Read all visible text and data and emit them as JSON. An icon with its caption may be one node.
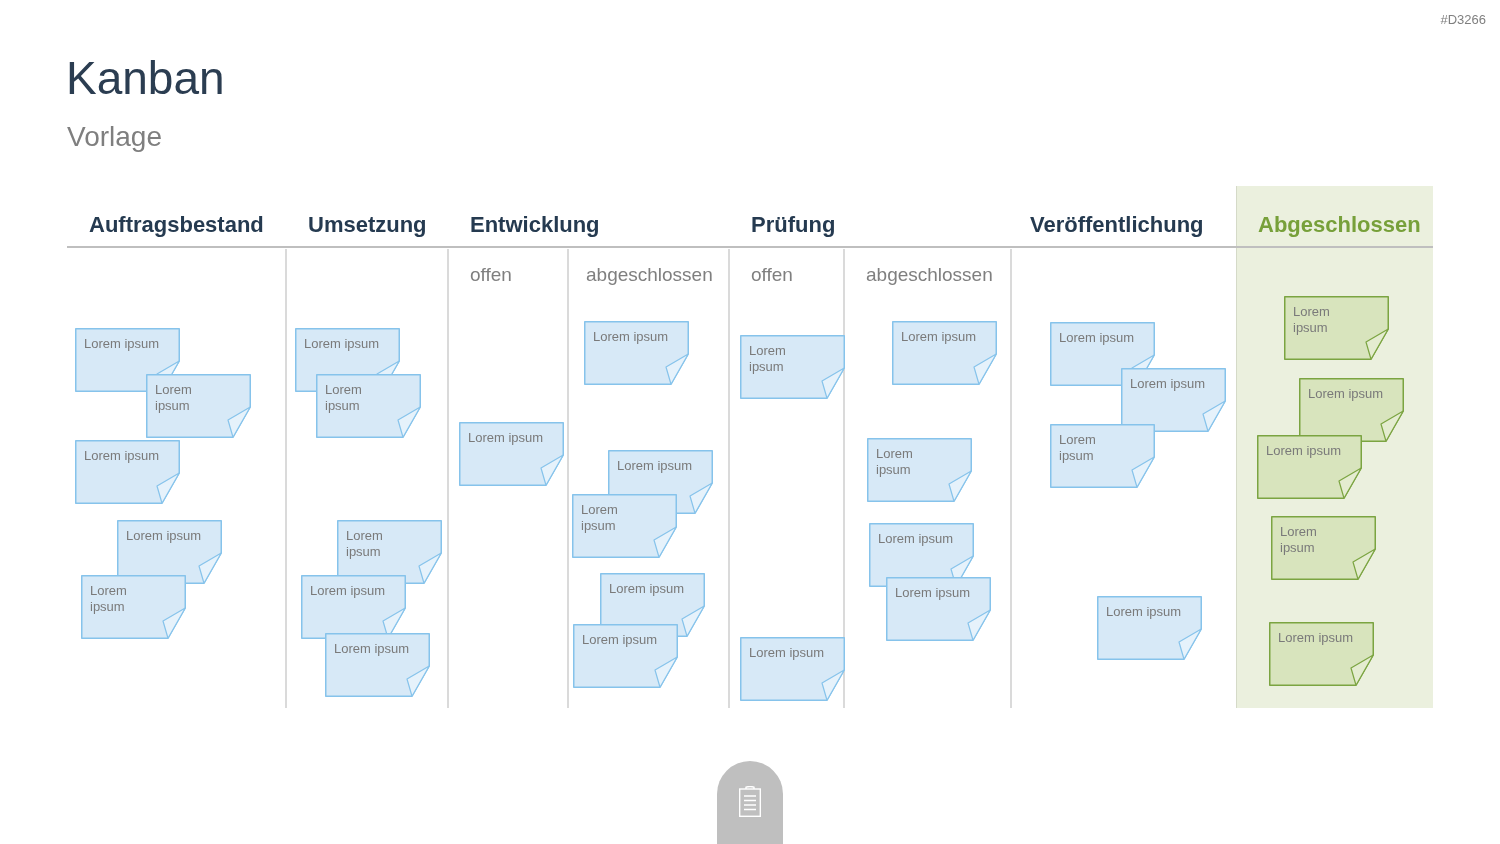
{
  "diagram": {
    "title": "Kanban",
    "nodes": [
      {
        "text": [
          "Lorem ipsum"
        ]
      },
      {
        "text": [
          "Lorem ipsum"
        ]
      },
      {
        "text": [
          "Lorem ipsum"
        ]
      },
      {
        "text": [
          "Lorem ipsum"
        ]
      },
      {
        "text": [
          "Lorem ipsum"
        ]
      },
      {
        "text": [
          "Lorem ipsum"
        ]
      },
      {
        "text": [
          "Lorem ipsum"
        ]
      },
      {
        "text": [
          "Lorem ipsum"
        ]
      },
      {
        "text": [
          "Lorem ipsum"
        ]
      },
      {
        "text": [
          "Lorem ipsum"
        ]
      },
      {
        "text": [
          "Lorem ipsum"
        ]
      },
      {
        "text": [
          "Lorem ipsum"
        ]
      },
      {
        "text": [
          "Lorem ipsum"
        ]
      },
      {
        "text": [
          "Lorem ipsum"
        ]
      },
      {
        "text": [
          "Lorem ipsum"
        ]
      },
      {
        "text": [
          "Lorem ipsum"
        ]
      },
      {
        "text": [
          "Lorem ipsum"
        ]
      },
      {
        "text": [
          "Lorem ipsum"
        ]
      },
      {
        "text": [
          "Lorem ipsum"
        ]
      },
      {
        "text": [
          "Lorem ipsum"
        ]
      },
      {
        "text": [
          "Lorem ipsum"
        ]
      },
      {
        "text": [
          "Lorem ipsum"
        ]
      },
      {
        "text": [
          "Lorem ipsum"
        ]
      },
      {
        "text": [
          "Lorem ipsum"
        ]
      },
      {
        "text": [
          "Lorem ipsum"
        ]
      },
      {
        "text": [
          "Lorem ipsum"
        ]
      },
      {
        "text": [
          "Abgeschlossen"
        ]
      },
      {
        "text": [
          "Lorem ipsum"
        ],
        "in": 26
      },
      {
        "text": [
          "Lorem ipsum"
        ],
        "in": 26
      },
      {
        "text": [
          "Lorem ipsum"
        ],
        "in": 26
      },
      {
        "text": [
          "Lorem ipsum"
        ],
        "in": 26
      },
      {
        "text": [
          "Lorem ipsum"
        ],
        "in": 26
      }
    ],
    "labels": [
      "#D3266",
      "Vorlage",
      "Auftragsbestand",
      "Umsetzung",
      "Entwicklung",
      "Prüfung",
      "Veröffentlichung",
      "offen",
      "abgeschlossen",
      "offen",
      "abgeschlossen"
    ]
  }
}
